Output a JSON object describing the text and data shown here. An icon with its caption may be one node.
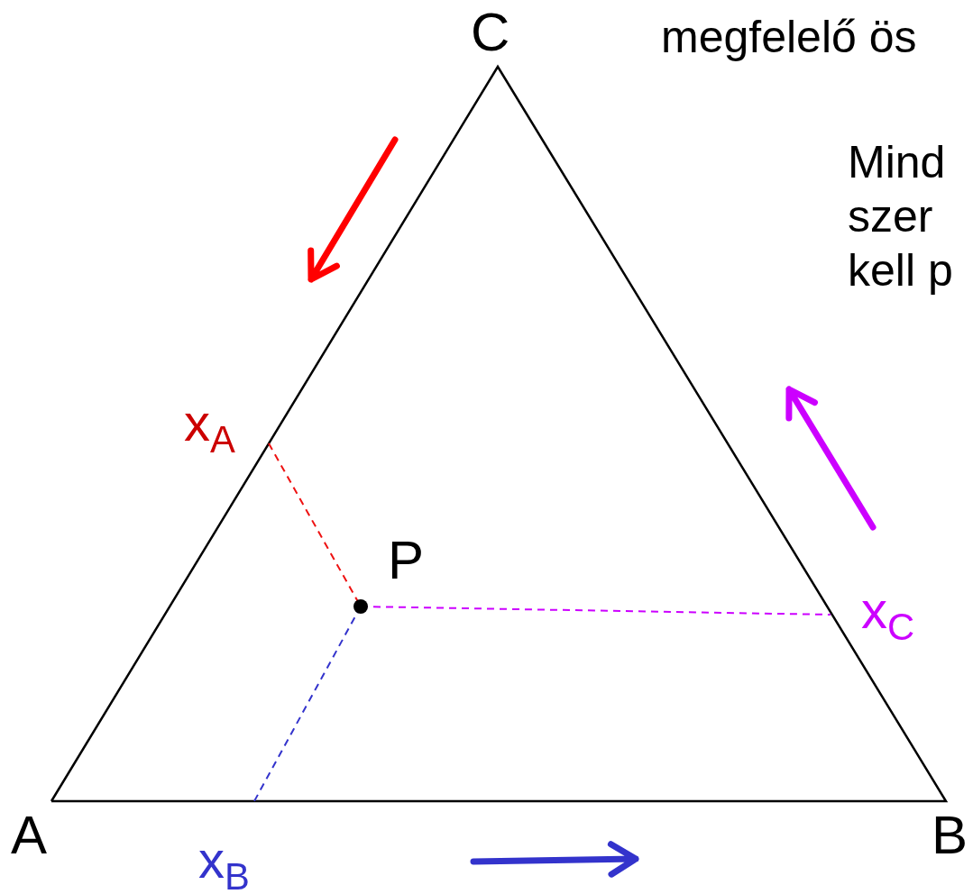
{
  "diagram": {
    "labels": [
      "C",
      "megfelelő ös",
      "Mind",
      "szer",
      "kell p",
      "x$_{A}$",
      "P",
      "x$_{C}$",
      "A",
      "x$_{B}$",
      "B"
    ]
  }
}
